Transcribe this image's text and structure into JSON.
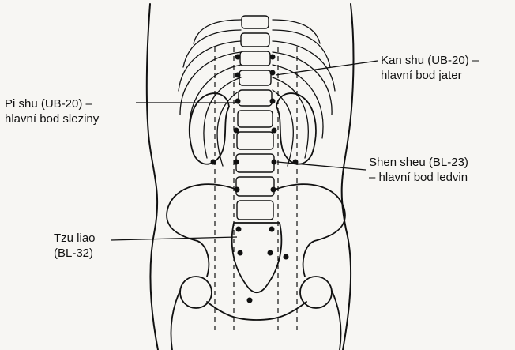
{
  "labels": {
    "pi": {
      "line1": "Pi shu (UB-20) –",
      "line2": "hlavní bod sleziny"
    },
    "kan": {
      "line1": "Kan shu (UB-20) –",
      "line2": "hlavní bod jater"
    },
    "shen": {
      "line1": "Shen sheu (BL-23)",
      "line2": "– hlavní bod ledvin"
    },
    "tzu": {
      "line1": "Tzu liao",
      "line2": "(BL-32)"
    }
  },
  "colors": {
    "background": "#f7f6f3",
    "ink": "#111111"
  }
}
